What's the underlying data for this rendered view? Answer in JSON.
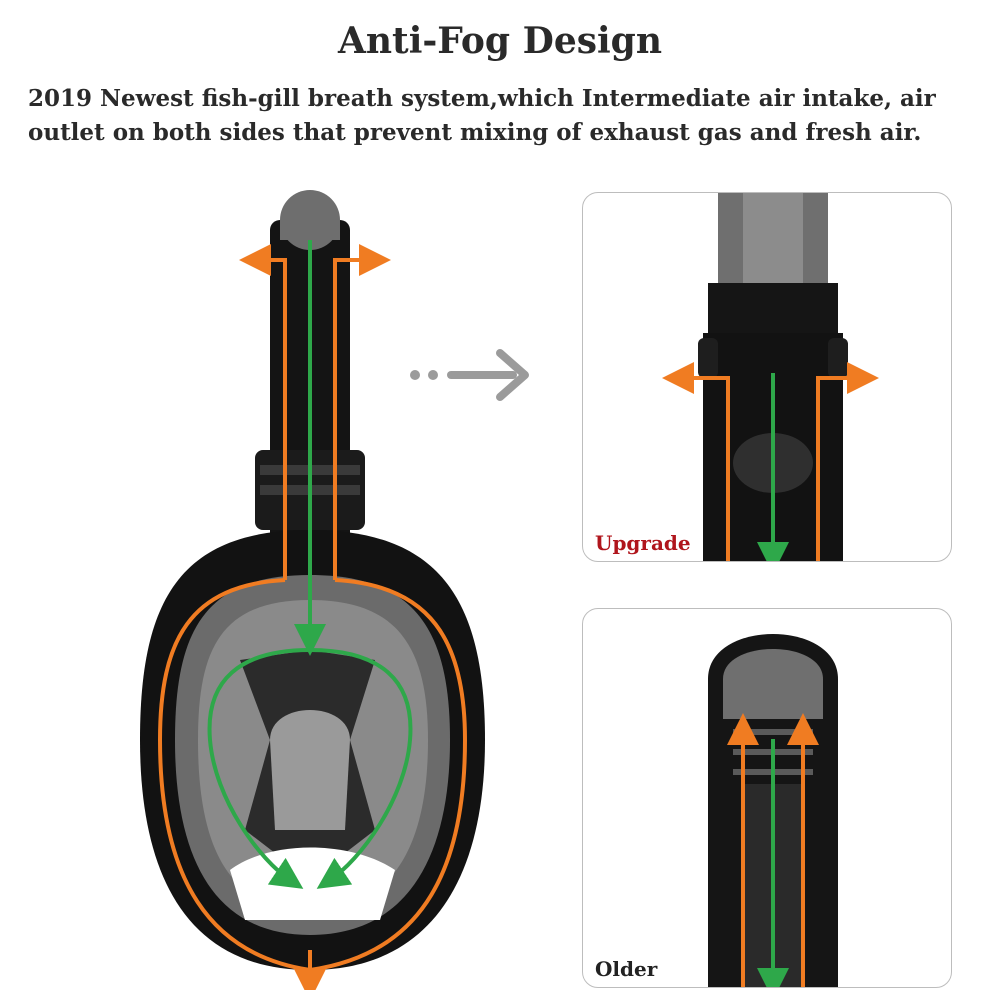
{
  "header": {
    "title": "Anti-Fog Design",
    "description": "2019 Newest fish-gill breath system,which Intermediate air intake, air outlet on both sides that prevent mixing of exhaust gas and fresh air."
  },
  "panels": {
    "upgrade_label": "Upgrade",
    "older_label": "Older"
  },
  "colors": {
    "intake_arrow": "#2ea84a",
    "exhaust_arrow": "#f07c22",
    "mask_body": "#111111",
    "mask_gray": "#6f6f6f",
    "upgrade_label": "#b0151c"
  },
  "icons": {
    "transition_arrow": "dotted-right-arrow-icon"
  }
}
